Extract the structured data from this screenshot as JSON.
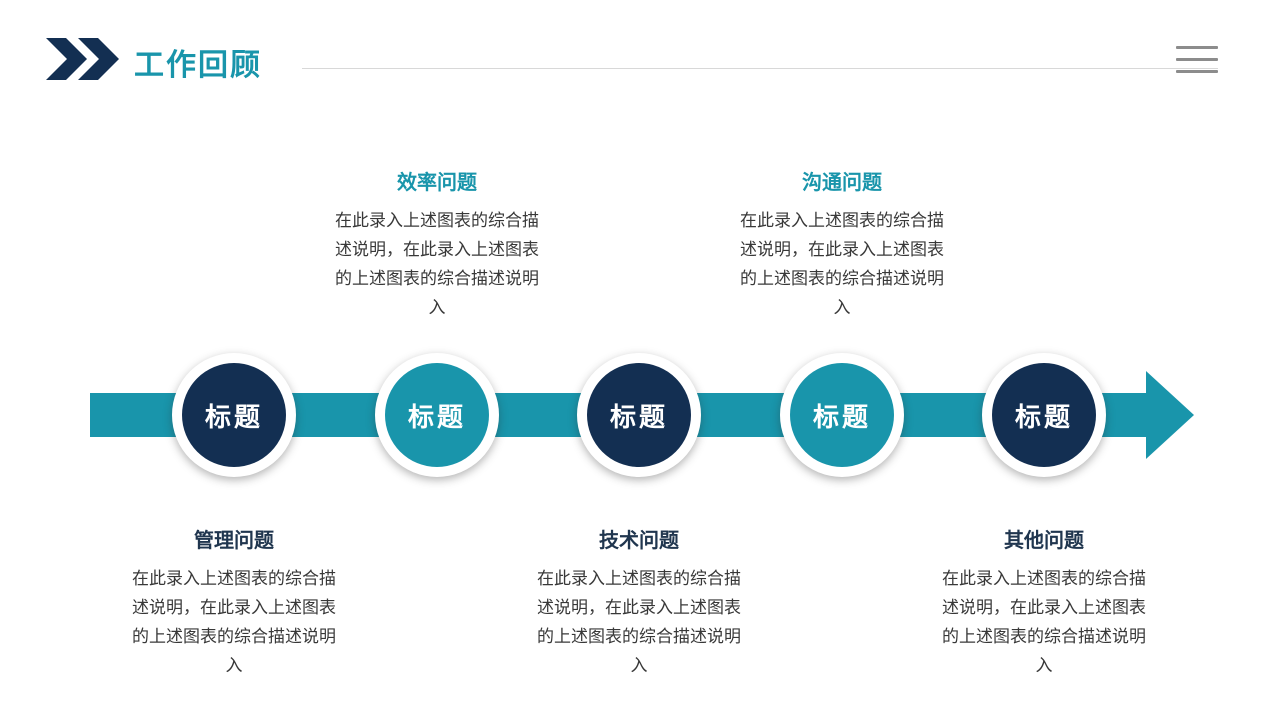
{
  "colors": {
    "teal": "#1995AB",
    "navy": "#132F52",
    "divider": "#D8D8D8",
    "hamburger": "#8C8C8C",
    "body_text": "#383838",
    "bottom_heading": "#20364F"
  },
  "header": {
    "title": "工作回顾",
    "logo_icon": "double-chevron-icon",
    "menu_icon": "hamburger-icon"
  },
  "timeline": {
    "nodes": [
      {
        "label": "标题",
        "fill": "navy"
      },
      {
        "label": "标题",
        "fill": "teal"
      },
      {
        "label": "标题",
        "fill": "navy"
      },
      {
        "label": "标题",
        "fill": "teal"
      },
      {
        "label": "标题",
        "fill": "navy"
      }
    ]
  },
  "callouts_top": [
    {
      "heading": "效率问题",
      "body_lines": [
        "在此录入上述图表的综合描",
        "述说明，在此录入上述图表",
        "的上述图表的综合描述说明",
        "入"
      ]
    },
    {
      "heading": "沟通问题",
      "body_lines": [
        "在此录入上述图表的综合描",
        "述说明，在此录入上述图表",
        "的上述图表的综合描述说明",
        "入"
      ]
    }
  ],
  "callouts_bottom": [
    {
      "heading": "管理问题",
      "body_lines": [
        "在此录入上述图表的综合描",
        "述说明，在此录入上述图表",
        "的上述图表的综合描述说明",
        "入"
      ]
    },
    {
      "heading": "技术问题",
      "body_lines": [
        "在此录入上述图表的综合描",
        "述说明，在此录入上述图表",
        "的上述图表的综合描述说明",
        "入"
      ]
    },
    {
      "heading": "其他问题",
      "body_lines": [
        "在此录入上述图表的综合描",
        "述说明，在此录入上述图表",
        "的上述图表的综合描述说明",
        "入"
      ]
    }
  ]
}
